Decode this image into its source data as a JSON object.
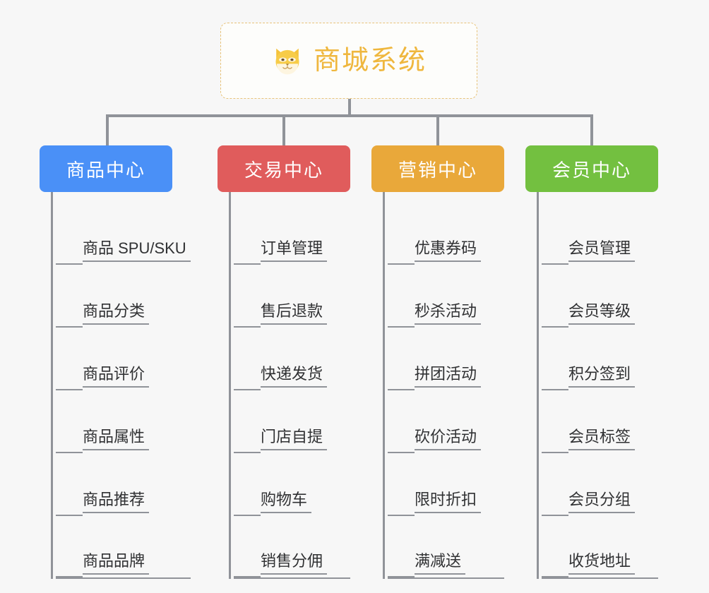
{
  "root": {
    "title": "商城系统",
    "icon": "shiba-dog-face-icon",
    "border_color": "#e8c37a",
    "text_color": "#efb73e",
    "background": "#fdfdfb"
  },
  "canvas": {
    "background": "#f7f7f7",
    "connector_color": "#909399"
  },
  "branches": [
    {
      "label": "商品中心",
      "color": "#4a90f7",
      "children": [
        "商品 SPU/SKU",
        "商品分类",
        "商品评价",
        "商品属性",
        "商品推荐",
        "商品品牌"
      ]
    },
    {
      "label": "交易中心",
      "color": "#e05c5c",
      "children": [
        "订单管理",
        "售后退款",
        "快递发货",
        "门店自提",
        "购物车",
        "销售分佣"
      ]
    },
    {
      "label": "营销中心",
      "color": "#e9a83a",
      "children": [
        "优惠券码",
        "秒杀活动",
        "拼团活动",
        "砍价活动",
        "限时折扣",
        "满减送"
      ]
    },
    {
      "label": "会员中心",
      "color": "#73c040",
      "children": [
        "会员管理",
        "会员等级",
        "积分签到",
        "会员标签",
        "会员分组",
        "收货地址"
      ]
    }
  ]
}
